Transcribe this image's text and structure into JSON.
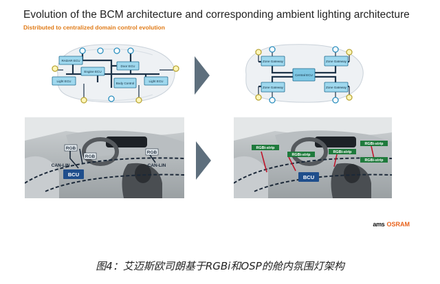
{
  "header": {
    "title": "Evolution of the BCM architecture and corresponding ambient lighting architecture",
    "subtitle": "Distributed to centralized domain control evolution"
  },
  "diagram_left_top": {
    "ecus": [
      "RADAR ECU",
      "Engine ECU",
      "Door ECU",
      "Light ECU",
      "Body Control",
      "Light ECU"
    ]
  },
  "diagram_right_top": {
    "ecus": [
      "Zone Gateway",
      "Zone Gateway",
      "Central ECU",
      "Zone Gateway",
      "Zone Gateway"
    ]
  },
  "cabin_left": {
    "labels": [
      "RGB",
      "RGB",
      "RGB",
      "CAN-LIN",
      "CAN-LIN",
      "BCU"
    ]
  },
  "cabin_right": {
    "labels": [
      "RGBi-strip",
      "RGBi-strip",
      "RGBi-strip",
      "RGBi-strip",
      "RGBi-strip",
      "BCU"
    ]
  },
  "branding": {
    "ams": "ams",
    "osram": "OSRAM"
  },
  "caption": "图4：艾迈斯欧司朗基于RGBi和OSP的舱内氛围灯架构",
  "colors": {
    "accent_orange": "#e07a16",
    "ecu_box": "#9fd8ee",
    "bus_line": "#1c3248",
    "arrow_gray": "#5e6f7d",
    "bcu_box": "#1f4e8c"
  }
}
